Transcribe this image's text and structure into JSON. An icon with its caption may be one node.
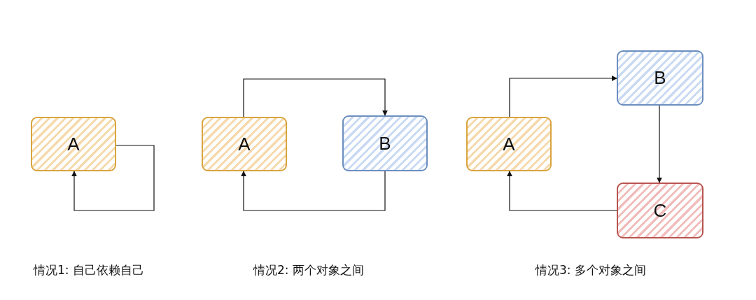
{
  "diagram": {
    "nodes": [
      {
        "text": [
          "A"
        ]
      },
      {
        "text": [
          "A"
        ]
      },
      {
        "text": [
          "B"
        ]
      },
      {
        "text": [
          "A"
        ]
      },
      {
        "text": [
          "B"
        ]
      },
      {
        "text": [
          "C"
        ]
      }
    ],
    "edges": [
      {
        "from": 0,
        "to": 0,
        "arrow": "to"
      },
      {
        "from": 1,
        "to": 2,
        "arrow": "to"
      },
      {
        "from": 2,
        "to": 1,
        "arrow": "to"
      },
      {
        "from": 3,
        "to": 4,
        "arrow": "to"
      },
      {
        "from": 4,
        "to": 5,
        "arrow": "to"
      },
      {
        "from": 5,
        "to": 3,
        "arrow": "to"
      }
    ],
    "labels": [
      "情况1: 自己依赖自己",
      "情况2: 两个对象之间",
      "情况3: 多个对象之间"
    ]
  }
}
